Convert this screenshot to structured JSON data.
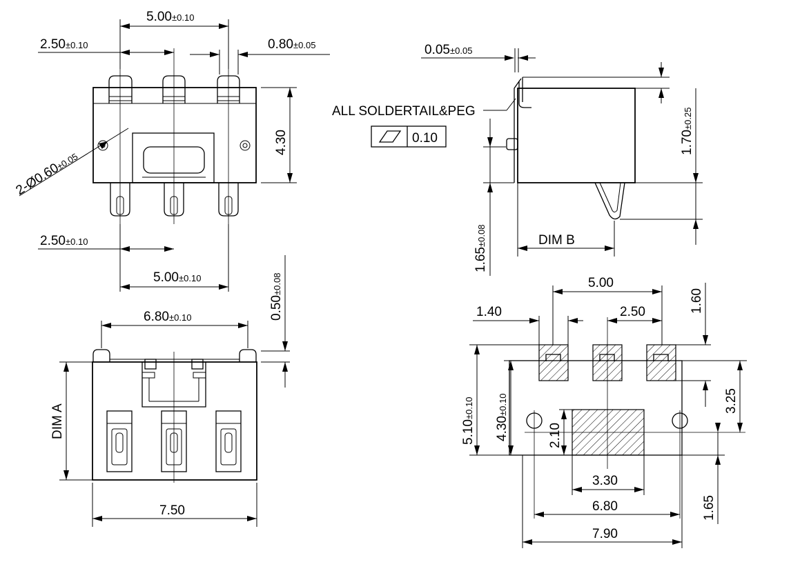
{
  "dimensions": {
    "top_pitch_total": {
      "value": "5.00",
      "tol": "±0.10"
    },
    "top_pitch_half": {
      "value": "2.50",
      "tol": "±0.10"
    },
    "pin_width": {
      "value": "0.80",
      "tol": "±0.05"
    },
    "body_height": {
      "value": "4.30",
      "tol": ""
    },
    "peg_hole": {
      "value": "2-Ø0.60",
      "tol": "±0.05"
    },
    "bottom_pitch_half": {
      "value": "2.50",
      "tol": "±0.10"
    },
    "bottom_pitch_total": {
      "value": "5.00",
      "tol": "±0.10"
    },
    "side_offset": {
      "value": "0.05",
      "tol": "±0.05"
    },
    "side_height": {
      "value": "1.70",
      "tol": "±0.25"
    },
    "side_tail": {
      "value": "1.65",
      "tol": "±0.08"
    },
    "dim_b": {
      "value": "DIM  B",
      "tol": ""
    },
    "front_pitch": {
      "value": "6.80",
      "tol": "±0.10"
    },
    "front_standoff": {
      "value": "0.50",
      "tol": "±0.08"
    },
    "dim_a": {
      "value": "DIM  A",
      "tol": ""
    },
    "front_width": {
      "value": "7.50",
      "tol": ""
    },
    "pad_pitch_total": {
      "value": "5.00"
    },
    "pad_width": {
      "value": "1.40"
    },
    "pad_pitch_half": {
      "value": "2.50"
    },
    "pad_height": {
      "value": "1.60"
    },
    "pcb_total_height": {
      "value": "5.10",
      "tol": "±0.10"
    },
    "pcb_body_height": {
      "value": "4.30",
      "tol": "±0.10"
    },
    "pcb_offset": {
      "value": "3.25"
    },
    "center_pad_height": {
      "value": "2.10"
    },
    "center_pad_width": {
      "value": "3.30"
    },
    "hole_pitch": {
      "value": "6.80"
    },
    "total_width": {
      "value": "7.90"
    },
    "bottom_offset": {
      "value": "1.65"
    }
  },
  "notes": {
    "solder_tail": "ALL SOLDERTAIL&PEG",
    "flatness_value": "0.10"
  }
}
